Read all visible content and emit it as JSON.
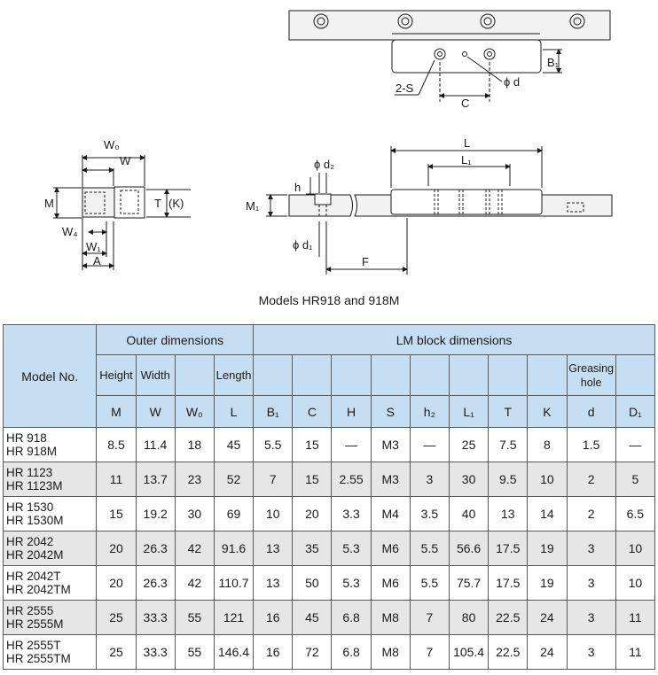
{
  "diagram": {
    "top_labels": {
      "b1": "B₁",
      "d": "ϕ d",
      "s": "2-S",
      "c": "C"
    },
    "end_labels": {
      "w0": "W₀",
      "w": "W",
      "m": "M",
      "t": "T",
      "k": "(K)",
      "w4": "W₄",
      "w1": "W₁",
      "a": "A"
    },
    "side_labels": {
      "l": "L",
      "l1": "L₁",
      "d2": "ϕ d₂",
      "h": "h",
      "m1": "M₁",
      "d1": "ϕ d₁",
      "f": "F"
    }
  },
  "caption": "Models HR918 and 918M",
  "table": {
    "model_header": "Model No.",
    "group_outer": "Outer dimensions",
    "group_lm": "LM block dimensions",
    "sub_headers": [
      "Height",
      "Width",
      "",
      "Length",
      "",
      "",
      "",
      "",
      "",
      "",
      "",
      "",
      "Greasing hole",
      ""
    ],
    "symbols": [
      "M",
      "W",
      "W₀",
      "L",
      "B₁",
      "C",
      "H",
      "S",
      "h₂",
      "L₁",
      "T",
      "K",
      "d",
      "D₁"
    ],
    "rows": [
      {
        "model": [
          "HR 918",
          "HR 918M"
        ],
        "values": [
          "8.5",
          "11.4",
          "18",
          "45",
          "5.5",
          "15",
          "—",
          "M3",
          "—",
          "25",
          "7.5",
          "8",
          "1.5",
          "—"
        ]
      },
      {
        "model": [
          "HR 1123",
          "HR 1123M"
        ],
        "values": [
          "11",
          "13.7",
          "23",
          "52",
          "7",
          "15",
          "2.55",
          "M3",
          "3",
          "30",
          "9.5",
          "10",
          "2",
          "5"
        ]
      },
      {
        "model": [
          "HR 1530",
          "HR 1530M"
        ],
        "values": [
          "15",
          "19.2",
          "30",
          "69",
          "10",
          "20",
          "3.3",
          "M4",
          "3.5",
          "40",
          "13",
          "14",
          "2",
          "6.5"
        ]
      },
      {
        "model": [
          "HR 2042",
          "HR 2042M"
        ],
        "values": [
          "20",
          "26.3",
          "42",
          "91.6",
          "13",
          "35",
          "5.3",
          "M6",
          "5.5",
          "56.6",
          "17.5",
          "19",
          "3",
          "10"
        ]
      },
      {
        "model": [
          "HR 2042T",
          "HR 2042TM"
        ],
        "values": [
          "20",
          "26.3",
          "42",
          "110.7",
          "13",
          "50",
          "5.3",
          "M6",
          "5.5",
          "75.7",
          "17.5",
          "19",
          "3",
          "10"
        ]
      },
      {
        "model": [
          "HR 2555",
          "HR 2555M"
        ],
        "values": [
          "25",
          "33.3",
          "55",
          "121",
          "16",
          "45",
          "6.8",
          "M8",
          "7",
          "80",
          "22.5",
          "24",
          "3",
          "11"
        ]
      },
      {
        "model": [
          "HR 2555T",
          "HR 2555TM"
        ],
        "values": [
          "25",
          "33.3",
          "55",
          "146.4",
          "16",
          "72",
          "6.8",
          "M8",
          "7",
          "105.4",
          "22.5",
          "24",
          "3",
          "11"
        ]
      }
    ]
  }
}
